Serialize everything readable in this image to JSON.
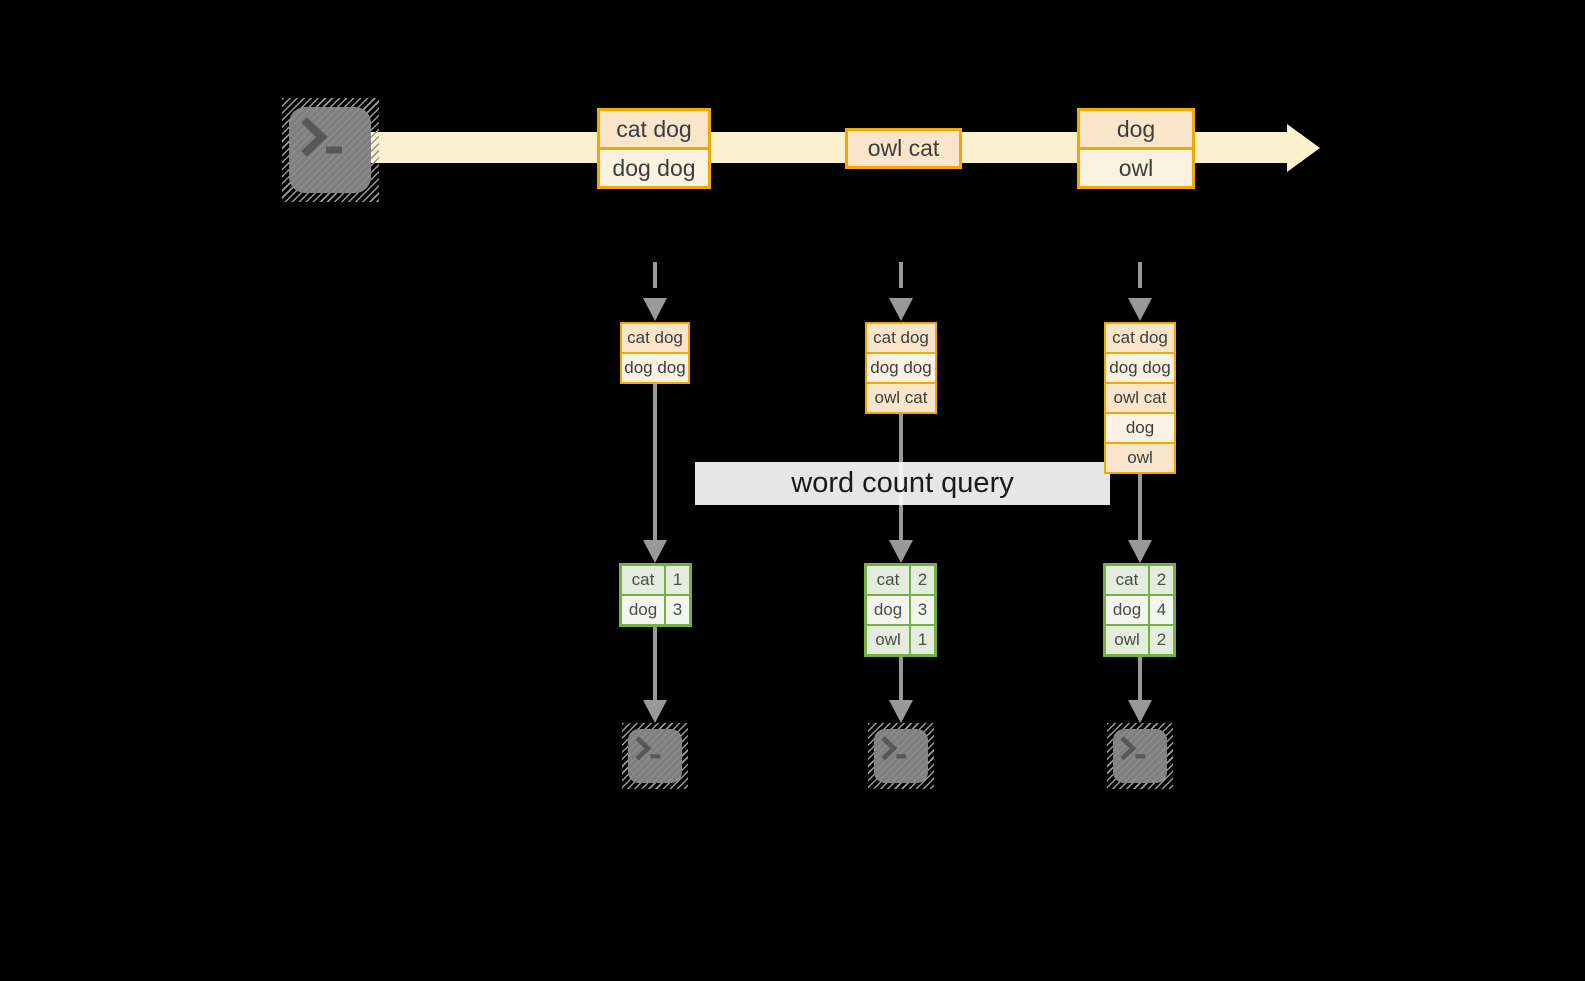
{
  "query_label": "word count query",
  "stream": {
    "messages": [
      {
        "rows": [
          "cat dog",
          "dog dog"
        ]
      },
      {
        "rows": [
          "owl cat"
        ]
      },
      {
        "rows": [
          "dog",
          "owl"
        ]
      }
    ]
  },
  "columns": [
    {
      "stack": [
        "cat dog",
        "dog dog"
      ],
      "counts": {
        "rows": [
          {
            "word": "cat",
            "count": "1"
          },
          {
            "word": "dog",
            "count": "3"
          }
        ]
      }
    },
    {
      "stack": [
        "cat dog",
        "dog dog",
        "owl cat"
      ],
      "counts": {
        "rows": [
          {
            "word": "cat",
            "count": "2"
          },
          {
            "word": "dog",
            "count": "3"
          },
          {
            "word": "owl",
            "count": "1"
          }
        ]
      }
    },
    {
      "stack": [
        "cat dog",
        "dog dog",
        "owl cat",
        "dog",
        "owl"
      ],
      "counts": {
        "rows": [
          {
            "word": "cat",
            "count": "2"
          },
          {
            "word": "dog",
            "count": "4"
          },
          {
            "word": "owl",
            "count": "2"
          }
        ]
      }
    }
  ],
  "colors": {
    "background": "#000000",
    "stream_band": "#FBF1CE",
    "box_border": "#F0A802",
    "box_fill_peach": "#F9E5C9",
    "box_fill_cream": "#FCF2E2",
    "table_border": "#76B043",
    "table_cell_dark": "#E4ECDD",
    "table_cell_light": "#F2F6EF",
    "arrow_gray": "#999999",
    "terminal_gray": "#7F7F7F"
  }
}
